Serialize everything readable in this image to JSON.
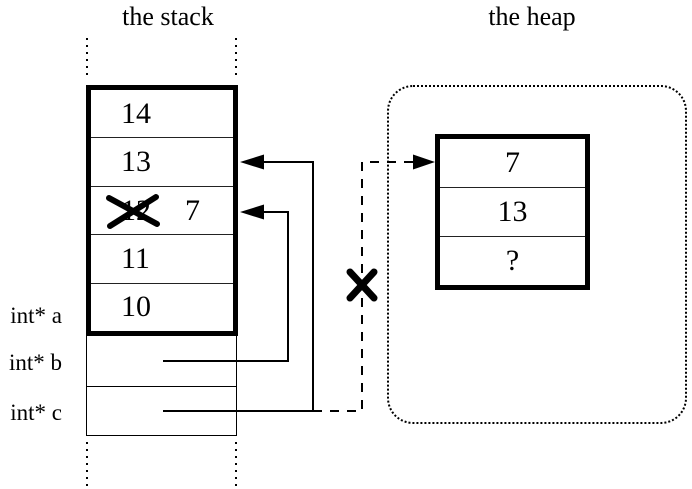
{
  "colors": {
    "ink": "#000000",
    "background": "#ffffff"
  },
  "stack": {
    "title": "the stack",
    "frame_cells": [
      {
        "value": "14"
      },
      {
        "value": "13"
      },
      {
        "value": "12",
        "crossed_out": true,
        "new_value": "7"
      },
      {
        "value": "11"
      },
      {
        "value": "10"
      }
    ],
    "pointer_labels": [
      "int* a",
      "int* b",
      "int* c"
    ]
  },
  "heap": {
    "title": "the heap",
    "block_cells": [
      "7",
      "13",
      "?"
    ]
  }
}
